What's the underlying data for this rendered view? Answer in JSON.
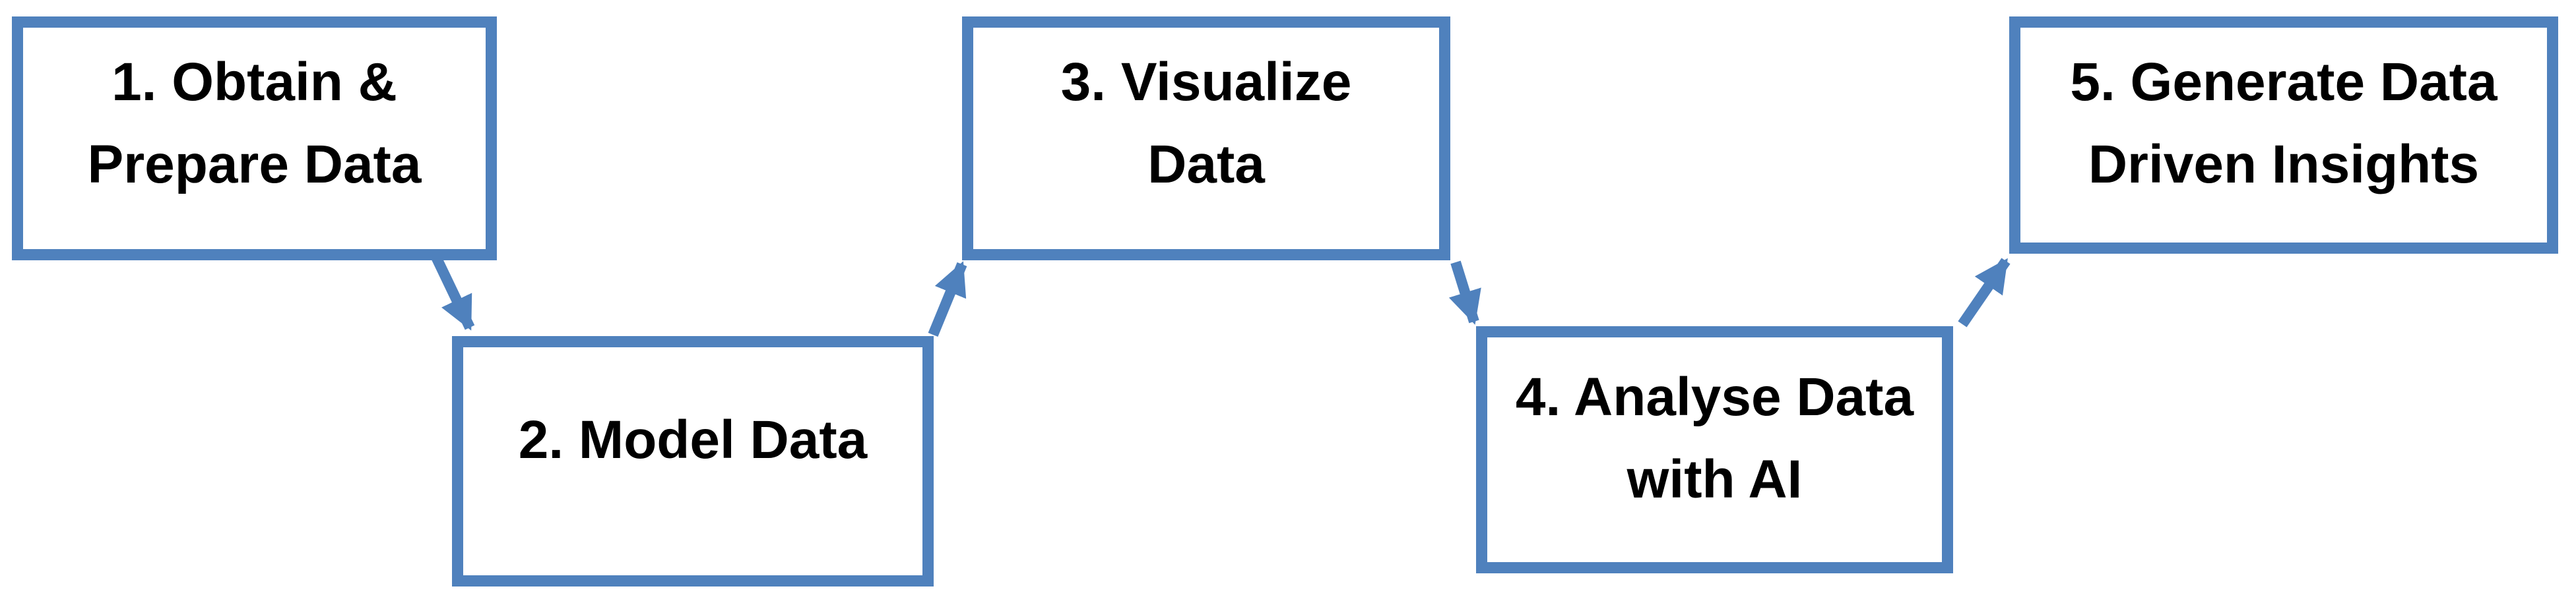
{
  "diagram": {
    "type": "flowchart",
    "colors": {
      "accent": "#4F81BD",
      "text": "#000000",
      "shape_fill": "#FFFFFF",
      "background": "#FFFFFF"
    },
    "steps": [
      {
        "label": "1. Obtain & Prepare Data",
        "lines": [
          "1. Obtain &",
          "Prepare Data"
        ]
      },
      {
        "label": "2. Model Data",
        "lines": [
          "2. Model Data",
          ""
        ]
      },
      {
        "label": "3. Visualize Data",
        "lines": [
          "3. Visualize",
          "Data"
        ]
      },
      {
        "label": "4. Analyse Data with AI",
        "lines": [
          "4. Analyse Data",
          "with AI"
        ]
      },
      {
        "label": "5. Generate Data Driven Insights",
        "lines": [
          "5. Generate Data",
          "Driven Insights"
        ]
      }
    ],
    "connectors": [
      {
        "from": "1. Obtain & Prepare Data",
        "to": "2. Model Data"
      },
      {
        "from": "2. Model Data",
        "to": "3. Visualize Data"
      },
      {
        "from": "3. Visualize Data",
        "to": "4. Analyse Data with AI"
      },
      {
        "from": "4. Analyse Data with AI",
        "to": "5. Generate Data Driven Insights"
      }
    ]
  }
}
